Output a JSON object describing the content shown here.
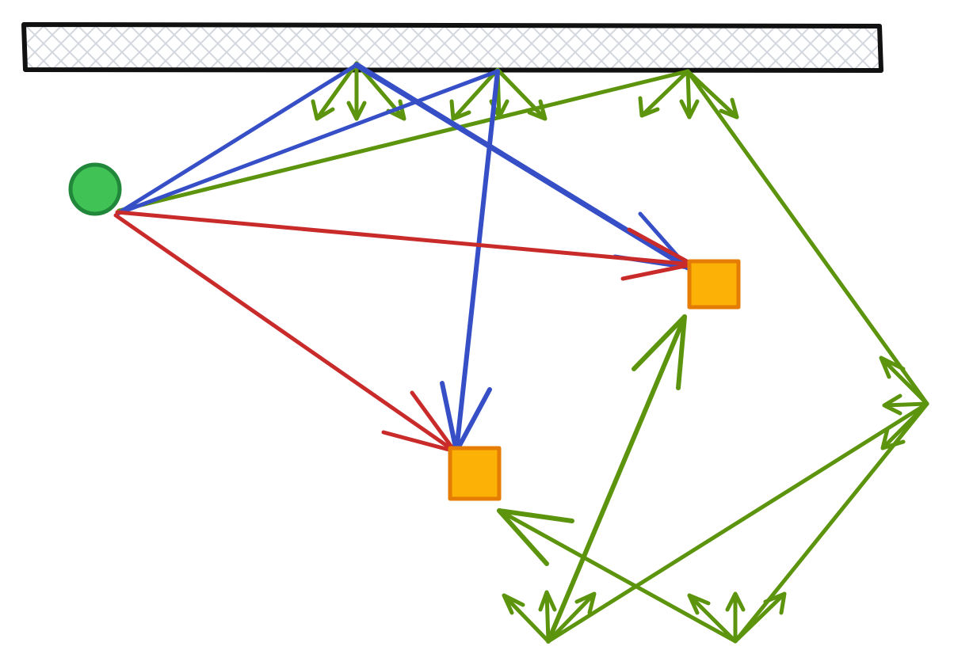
{
  "diagram": {
    "kind": "ray-reflection-sketch",
    "labels": [],
    "colors": {
      "wall_fill": "#d3d7de",
      "wall_stroke": "#111111",
      "source_fill": "#41c255",
      "source_stroke": "#21873a",
      "receiver_fill": "#fbb105",
      "receiver_stroke": "#e57c05",
      "direct_path": "#c92b2b",
      "first_reflection": "#364fc7",
      "multi_reflection": "#5c940d"
    },
    "elements": {
      "wall": "reflecting-wall",
      "source": "sound-source",
      "receivers": [
        "receiver-upper-right",
        "receiver-lower-middle"
      ]
    }
  }
}
